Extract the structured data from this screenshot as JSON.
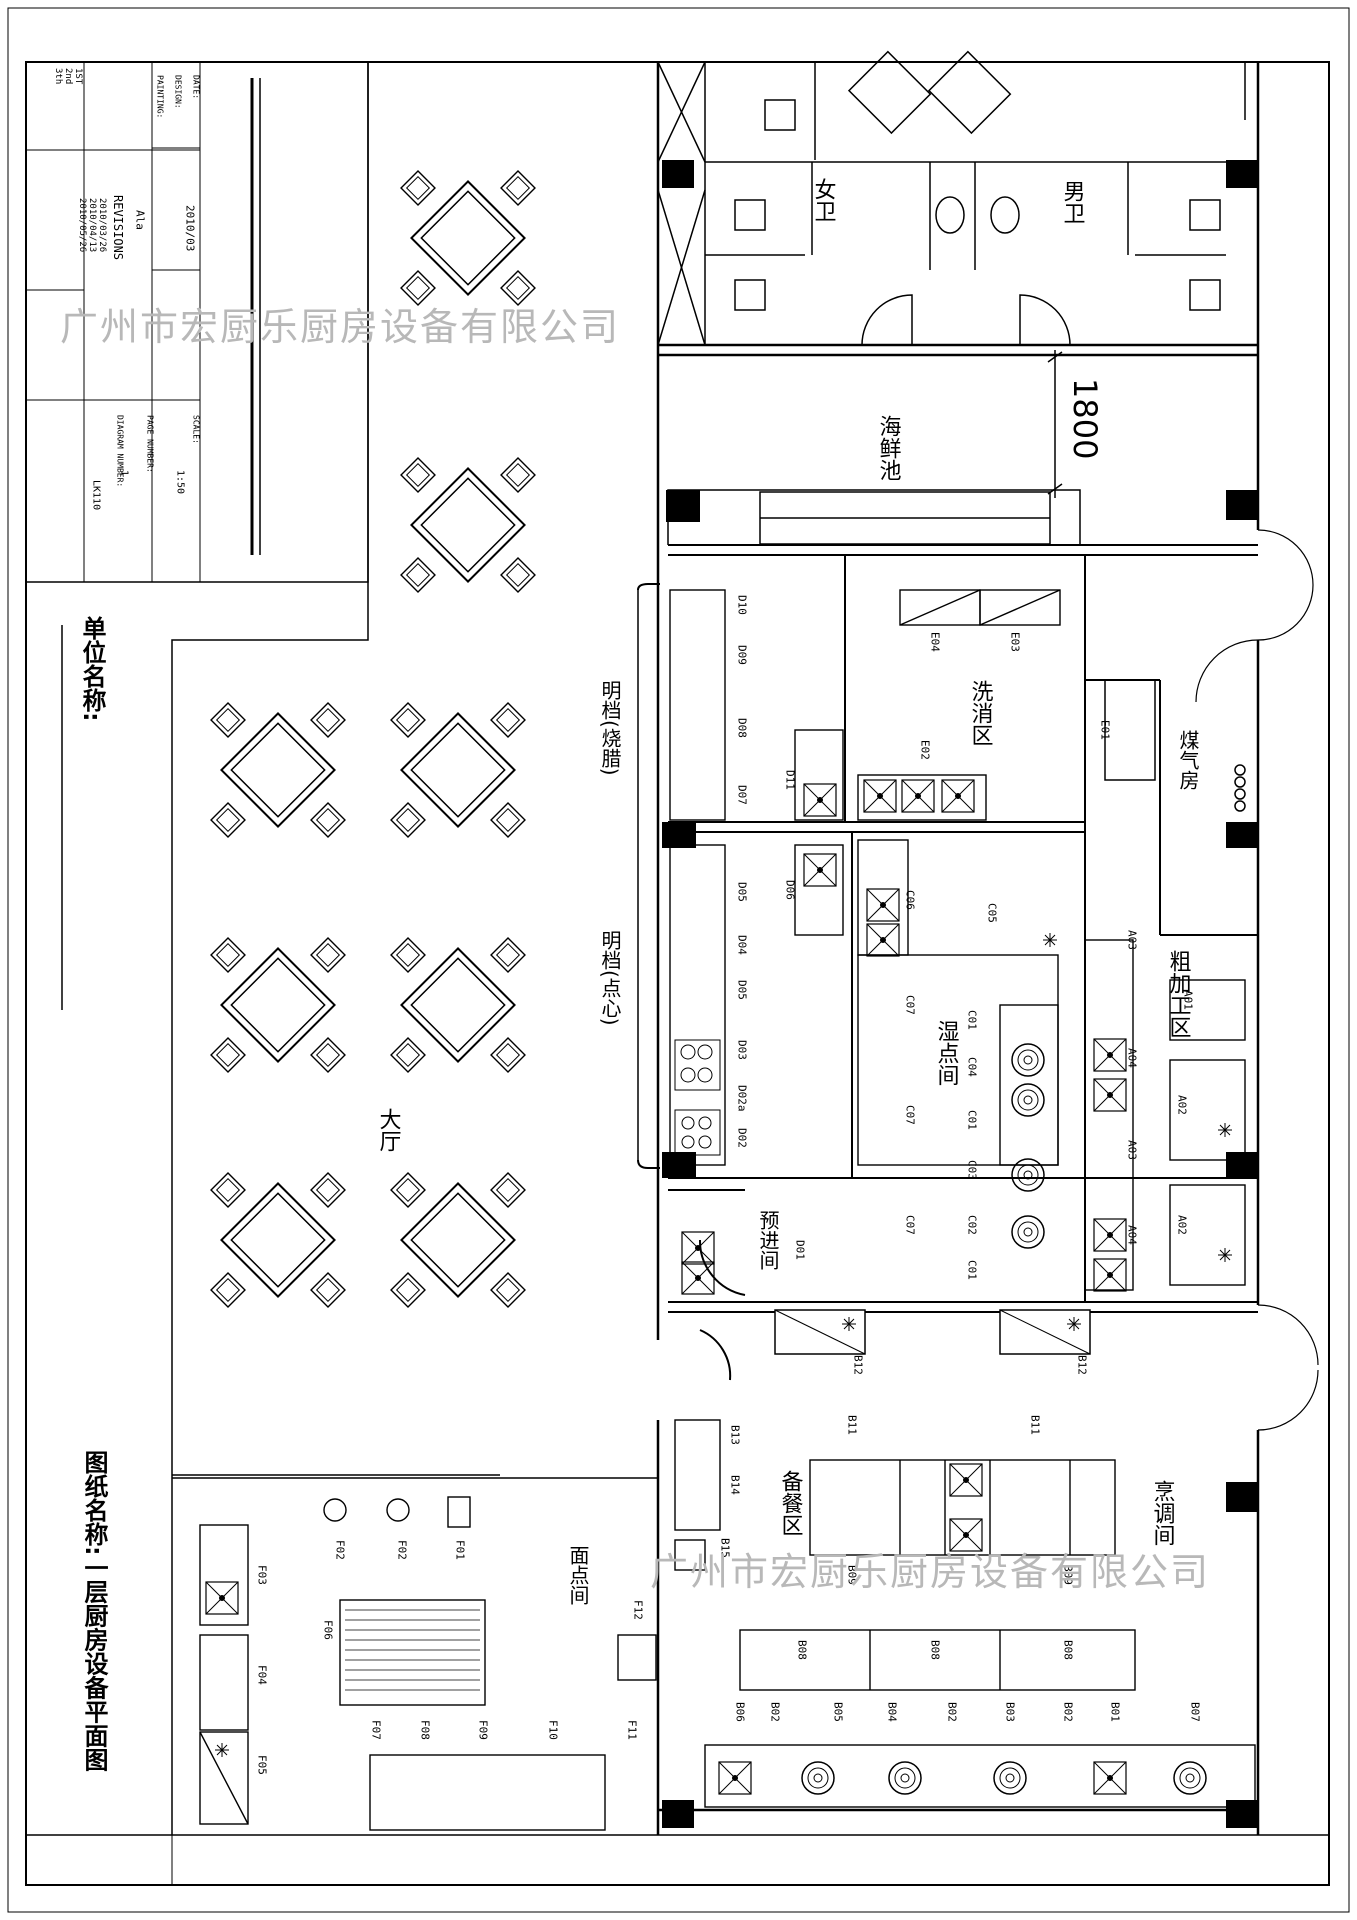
{
  "title_block": {
    "labels": {
      "date": "DATE:",
      "design": "DESIGN:",
      "painting": "PAINTING:",
      "scale": "SCALE:",
      "page_number": "PAGE NUMBER:",
      "diagram_number": "DIAGRAM NUMBER:"
    },
    "values": {
      "date": "2010/03",
      "design": "",
      "painting": "Ala",
      "scale": "1:50",
      "page_number": "1",
      "diagram_number": "LK110"
    },
    "revisions_heading": "REVISIONS",
    "revisions": [
      {
        "rev": "1ST",
        "date": "2010/03/26"
      },
      {
        "rev": "2nd",
        "date": "2010/04/13"
      },
      {
        "rev": "3th",
        "date": "2010/05/26"
      }
    ]
  },
  "unit_name_label": "单位名称:",
  "drawing_name_label": "图纸名称:一层厨房设备平面图",
  "watermark": "广州市宏厨乐厨房设备有限公司",
  "dimension": "1800",
  "rooms": {
    "womens_wc": "女卫",
    "mens_wc": "男卫",
    "seafood_pool": "海鲜池",
    "open_kitchen_roast": "明档(烧腊)",
    "open_kitchen_dimsum": "明档(点心)",
    "hall": "大厅",
    "dishwash": "洗消区",
    "gas_room": "煤气房",
    "rough_processing": "粗加工区",
    "dimsum_room": "湿点间",
    "pre_entry": "预进间",
    "prep_area": "备餐区",
    "cooking_room": "烹调间",
    "pastry_room": "面点间"
  },
  "equipment_codes": [
    "D10",
    "D09",
    "D08",
    "D07",
    "D11",
    "D06",
    "D05",
    "D04",
    "D05",
    "D03",
    "D02a",
    "D02",
    "D01",
    "E04",
    "E03",
    "E02",
    "E01",
    "C06",
    "C05",
    "C07",
    "C07",
    "C07",
    "C01",
    "C04",
    "C01",
    "C03",
    "C02",
    "C01",
    "A03",
    "A01",
    "A04",
    "A02",
    "A03",
    "A02",
    "A04",
    "B12",
    "B12",
    "B11",
    "B11",
    "B13",
    "B14",
    "B15",
    "B09",
    "B09",
    "B08",
    "B08",
    "B08",
    "B06",
    "B02",
    "B05",
    "B04",
    "B02",
    "B03",
    "B02",
    "B01",
    "B07",
    "F03",
    "F02",
    "F02",
    "F01",
    "F06",
    "F04",
    "F05",
    "F07",
    "F08",
    "F09",
    "F10",
    "F11",
    "F12"
  ],
  "colors": {
    "line": "#000000",
    "watermark": "#b8b8b8",
    "background": "#ffffff"
  }
}
